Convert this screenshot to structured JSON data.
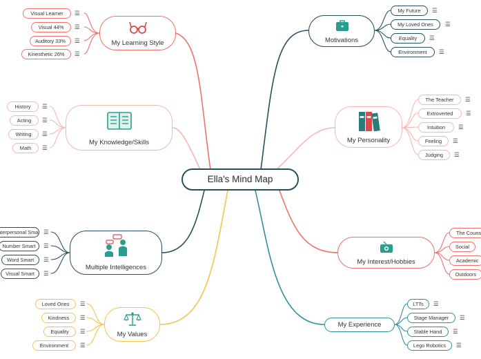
{
  "center": {
    "title": "Ella's Mind Map"
  },
  "branches": {
    "learning": {
      "title": "My Learning Style",
      "icon": "glasses-icon",
      "color": "#f0706a",
      "items": [
        "Visual Learner",
        "Visual 44%",
        "Auditory 33%",
        "Kinesthetic 26%"
      ]
    },
    "knowledge": {
      "title": "My Knowledge/Skills",
      "icon": "notebook-icon",
      "color": "#f6b6b0",
      "items": [
        "History",
        "Acting",
        "Writing",
        "Math"
      ]
    },
    "intelligences": {
      "title": "Multiple Intelligences",
      "icon": "people-talking-icon",
      "color": "#24505e",
      "items": [
        "Interpersonal Smart",
        "Number Smart",
        "Word Smart",
        "Visual Smart"
      ]
    },
    "values": {
      "title": "My Values",
      "icon": "scales-icon",
      "color": "#f7c24a",
      "items": [
        "Loved Ones",
        "Kindness",
        "Equality",
        "Environment"
      ]
    },
    "motivations": {
      "title": "Motivations",
      "icon": "briefcase-icon",
      "color": "#24505e",
      "items": [
        "My Future",
        "My Loved Ones",
        "Equality",
        "Environment"
      ]
    },
    "personality": {
      "title": "My Personality",
      "icon": "binders-icon",
      "color": "#f6b6b0",
      "items": [
        "The Teacher",
        "Extroverted",
        "Intuition",
        "Feeling",
        "Judging"
      ]
    },
    "interests": {
      "title": "My Interest/Hobbies",
      "icon": "radio-icon",
      "color": "#f0706a",
      "items": [
        "The Counselor",
        "Social",
        "Academic",
        "Outdoors"
      ]
    },
    "experience": {
      "title": "My Experience",
      "color": "#2b8f9a",
      "items": [
        "LTTs",
        "Stage Manager",
        "Stable Hand",
        "Lego Robotics"
      ]
    }
  },
  "menu_glyph": "☰",
  "colors": {
    "teal_dark": "#24505e",
    "coral": "#f0706a",
    "pink": "#f6b6b0",
    "yellow": "#f7c24a",
    "teal": "#2b8f9a",
    "icon_teal": "#2a9d8f",
    "icon_red": "#d94a4a"
  }
}
